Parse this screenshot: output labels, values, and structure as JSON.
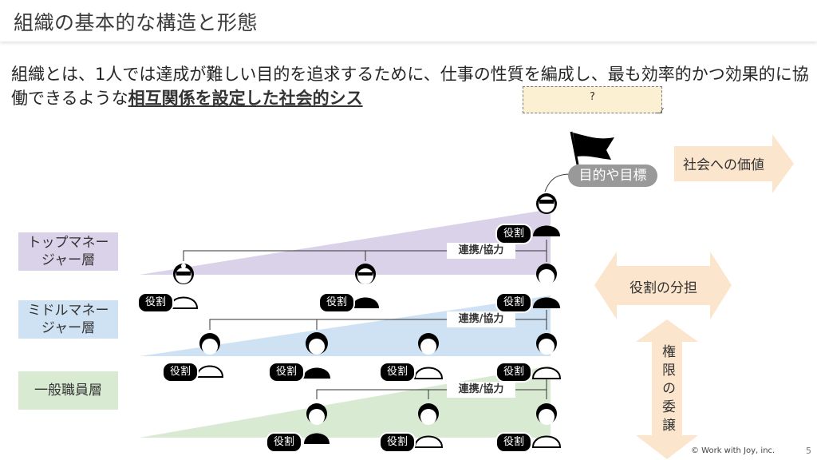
{
  "header": {
    "title": "組織の基本的な構造と形態"
  },
  "definition": {
    "text_plain": "組織とは、1人では達成が難しい目的を追求するために、仕事の性質を編成し、最も効率的かつ効果的に協働できるような",
    "text_emphasis": "相互関係を設定した社会的シス",
    "hidden_placeholder": "?"
  },
  "layers": [
    {
      "label_line1": "トップマネー",
      "label_line2": "ジャー層",
      "color": "#d9d2e9"
    },
    {
      "label_line1": "ミドルマネー",
      "label_line2": "ジャー層",
      "color": "#cfe2f3"
    },
    {
      "label": "一般職員層",
      "color": "#d9ead3"
    }
  ],
  "diagram": {
    "goal_label": "目的や目標",
    "cooperation_label": "連携/協力",
    "role_badge": "役割",
    "people": {
      "top": [
        "doctor-director"
      ],
      "top_manager_row": [
        "doctor-headlamp",
        "businessman",
        "head-nurse"
      ],
      "middle_row": [
        "nurse",
        "nurse-long-hair",
        "staff-male",
        "nurse-ponytail"
      ],
      "general_row": [
        "female-staff",
        "nurse-young",
        "male-staff"
      ]
    }
  },
  "arrows": {
    "value_to_society": "社会への価値",
    "division_of_roles": "役割の分担",
    "delegation_of_authority": "権限の委譲"
  },
  "footer": {
    "copyright": "© Work with Joy, inc.",
    "page_number": "5"
  }
}
